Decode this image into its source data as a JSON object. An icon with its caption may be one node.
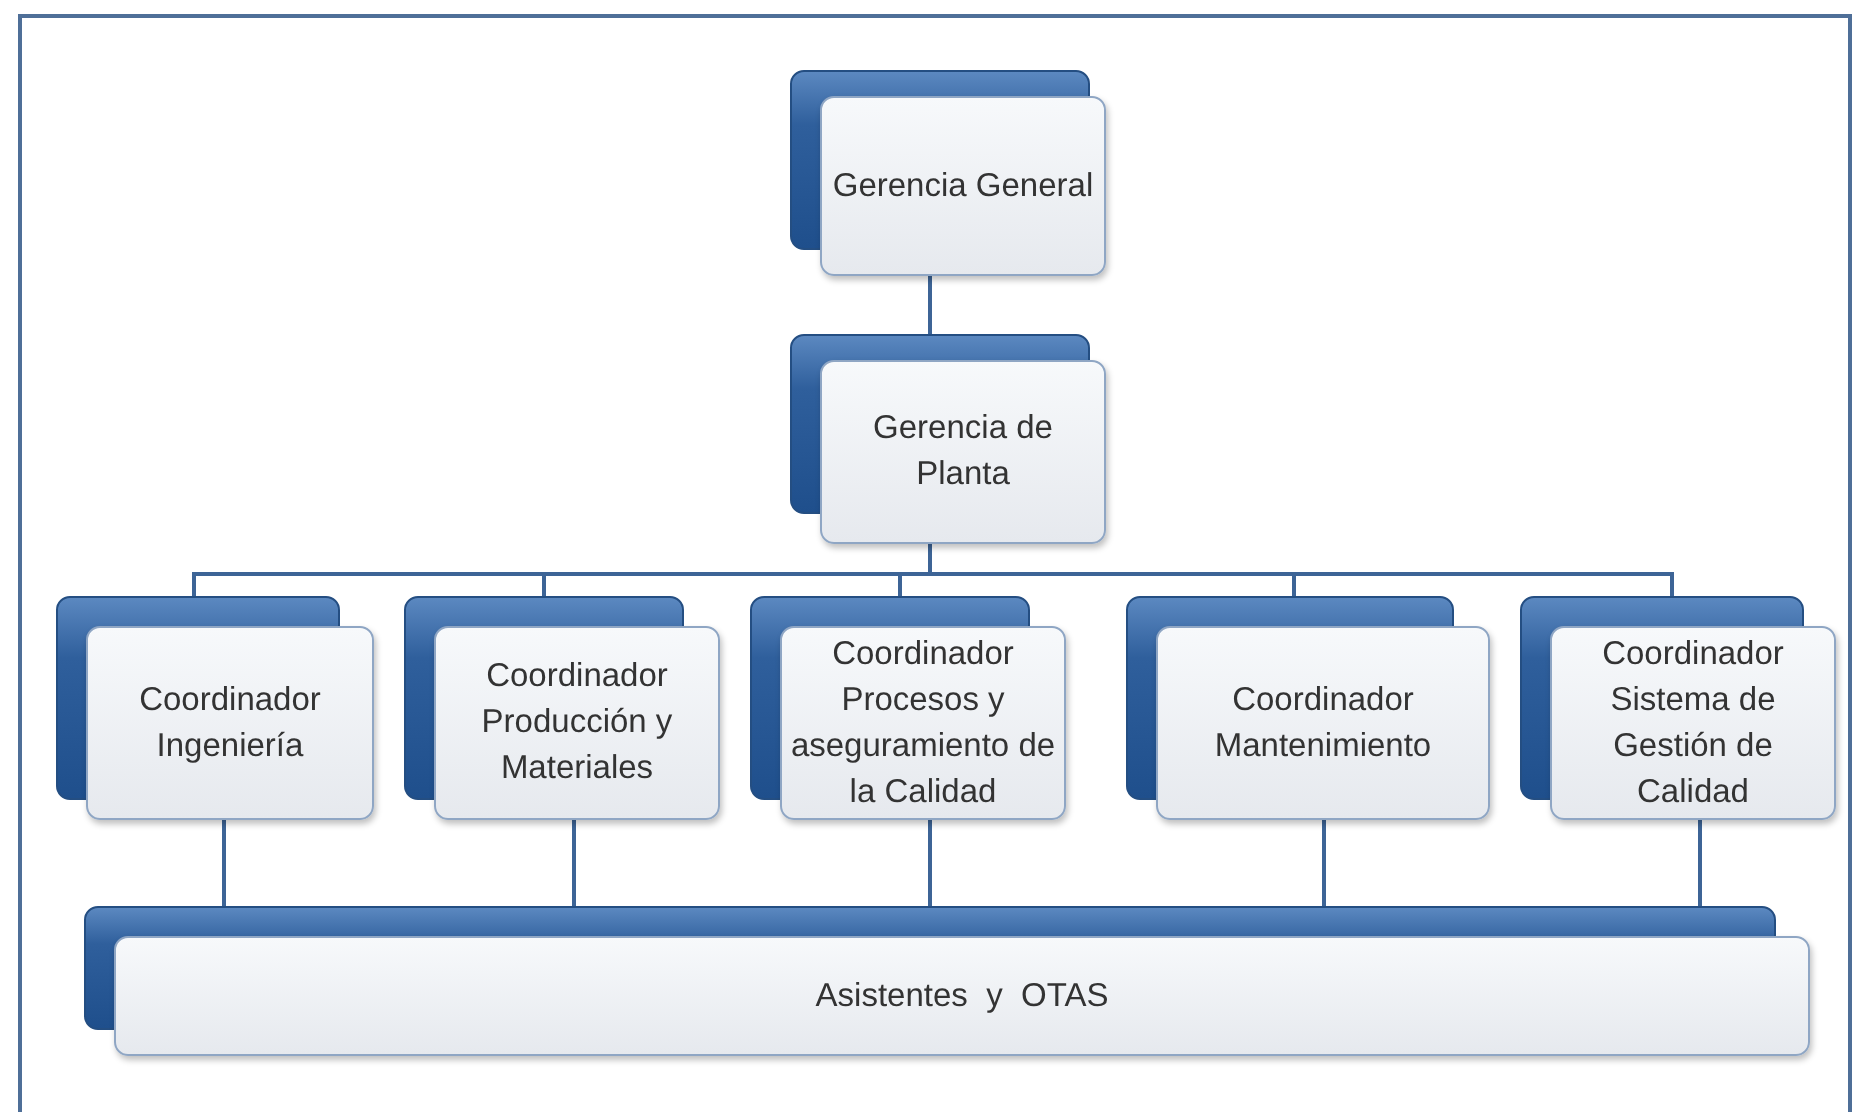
{
  "diagram": {
    "nodes": [
      {
        "text": [
          "Gerencia General"
        ]
      },
      {
        "text": [
          "Gerencia de Planta"
        ]
      },
      {
        "text": [
          "Coordinador Ingeniería"
        ]
      },
      {
        "text": [
          "Coordinador Producción y Materiales"
        ]
      },
      {
        "text": [
          "Coordinador Procesos y aseguramiento de la Calidad"
        ]
      },
      {
        "text": [
          "Coordinador Mantenimiento"
        ]
      },
      {
        "text": [
          "Coordinador Sistema de Gestión de Calidad"
        ]
      },
      {
        "text": [
          "Asistentes  y  OTAS"
        ]
      }
    ],
    "edges": [
      {
        "from": 0,
        "to": 1,
        "arrow": "none"
      },
      {
        "from": 1,
        "to": 2,
        "arrow": "none"
      },
      {
        "from": 1,
        "to": 3,
        "arrow": "none"
      },
      {
        "from": 1,
        "to": 4,
        "arrow": "none"
      },
      {
        "from": 1,
        "to": 5,
        "arrow": "none"
      },
      {
        "from": 1,
        "to": 6,
        "arrow": "none"
      },
      {
        "from": 2,
        "to": 7,
        "arrow": "none"
      },
      {
        "from": 3,
        "to": 7,
        "arrow": "none"
      },
      {
        "from": 4,
        "to": 7,
        "arrow": "none"
      },
      {
        "from": 5,
        "to": 7,
        "arrow": "none"
      },
      {
        "from": 6,
        "to": 7,
        "arrow": "none"
      }
    ]
  }
}
